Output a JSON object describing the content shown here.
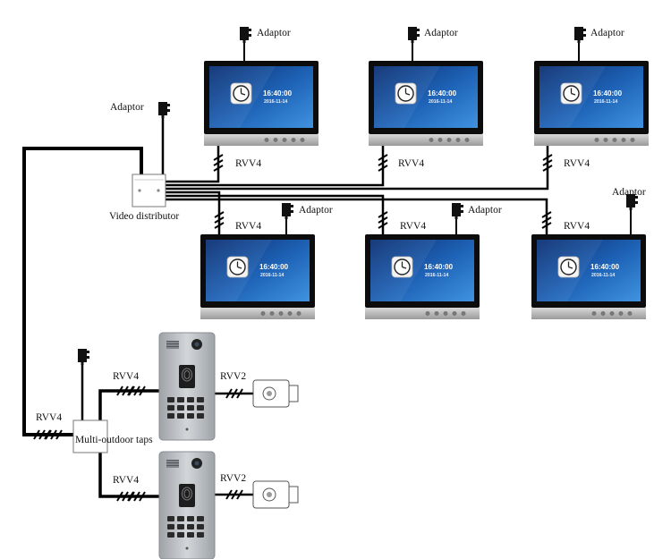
{
  "labels": {
    "adaptor": "Adaptor",
    "rvv4": "RVV4",
    "rvv2": "RVV2",
    "video_distributor": "Video distributor",
    "multi_outdoor_taps": "Multi-outdoor taps"
  },
  "monitor_screen": {
    "time": "16:40:00",
    "date": "2016-11-14"
  },
  "monitors": [
    {
      "id": "monitor-1",
      "row": "top"
    },
    {
      "id": "monitor-2",
      "row": "top"
    },
    {
      "id": "monitor-3",
      "row": "top"
    },
    {
      "id": "monitor-4",
      "row": "bottom"
    },
    {
      "id": "monitor-5",
      "row": "bottom"
    },
    {
      "id": "monitor-6",
      "row": "bottom"
    }
  ],
  "outdoor_stations": [
    {
      "id": "door-station-1",
      "lock": "electric-lock-1"
    },
    {
      "id": "door-station-2",
      "lock": "electric-lock-2"
    }
  ],
  "colors": {
    "cable": "#000000",
    "screen_top": "#0b3c8c",
    "screen_bottom": "#2d7fd3",
    "panel": "#b9bdc2",
    "box_border": "#777777"
  },
  "icons": [
    "adaptor-icon",
    "clock-icon",
    "fingerprint-sensor-icon",
    "camera-icon",
    "keypad-icon",
    "electric-lock-icon"
  ]
}
